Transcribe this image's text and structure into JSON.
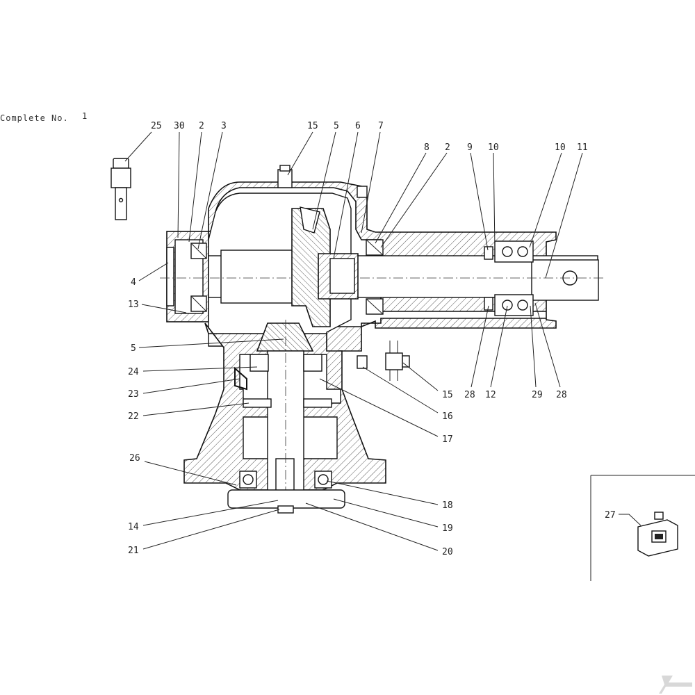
{
  "header": {
    "complete_label": "Complete No.",
    "complete_number": "1"
  },
  "callouts": [
    {
      "id": "c25",
      "text": "25"
    },
    {
      "id": "c30",
      "text": "30"
    },
    {
      "id": "c2a",
      "text": "2"
    },
    {
      "id": "c3",
      "text": "3"
    },
    {
      "id": "c15a",
      "text": "15"
    },
    {
      "id": "c5a",
      "text": "5"
    },
    {
      "id": "c6",
      "text": "6"
    },
    {
      "id": "c7",
      "text": "7"
    },
    {
      "id": "c8",
      "text": "8"
    },
    {
      "id": "c2b",
      "text": "2"
    },
    {
      "id": "c9",
      "text": "9"
    },
    {
      "id": "c10a",
      "text": "10"
    },
    {
      "id": "c10b",
      "text": "10"
    },
    {
      "id": "c11",
      "text": "11"
    },
    {
      "id": "c4",
      "text": "4"
    },
    {
      "id": "c13",
      "text": "13"
    },
    {
      "id": "c5b",
      "text": "5"
    },
    {
      "id": "c24",
      "text": "24"
    },
    {
      "id": "c23",
      "text": "23"
    },
    {
      "id": "c22",
      "text": "22"
    },
    {
      "id": "c26",
      "text": "26"
    },
    {
      "id": "c14",
      "text": "14"
    },
    {
      "id": "c21",
      "text": "21"
    },
    {
      "id": "c15b",
      "text": "15"
    },
    {
      "id": "c16",
      "text": "16"
    },
    {
      "id": "c17",
      "text": "17"
    },
    {
      "id": "c28a",
      "text": "28"
    },
    {
      "id": "c12",
      "text": "12"
    },
    {
      "id": "c29",
      "text": "29"
    },
    {
      "id": "c28b",
      "text": "28"
    },
    {
      "id": "c18",
      "text": "18"
    },
    {
      "id": "c19",
      "text": "19"
    },
    {
      "id": "c20",
      "text": "20"
    },
    {
      "id": "c27",
      "text": "27"
    }
  ],
  "colors": {
    "ink": "#111111",
    "paper": "#ffffff",
    "logo": "#d8d8d8"
  },
  "icons": [
    "grease-nipple-icon",
    "oil-can-icon",
    "brand-logo-icon"
  ]
}
